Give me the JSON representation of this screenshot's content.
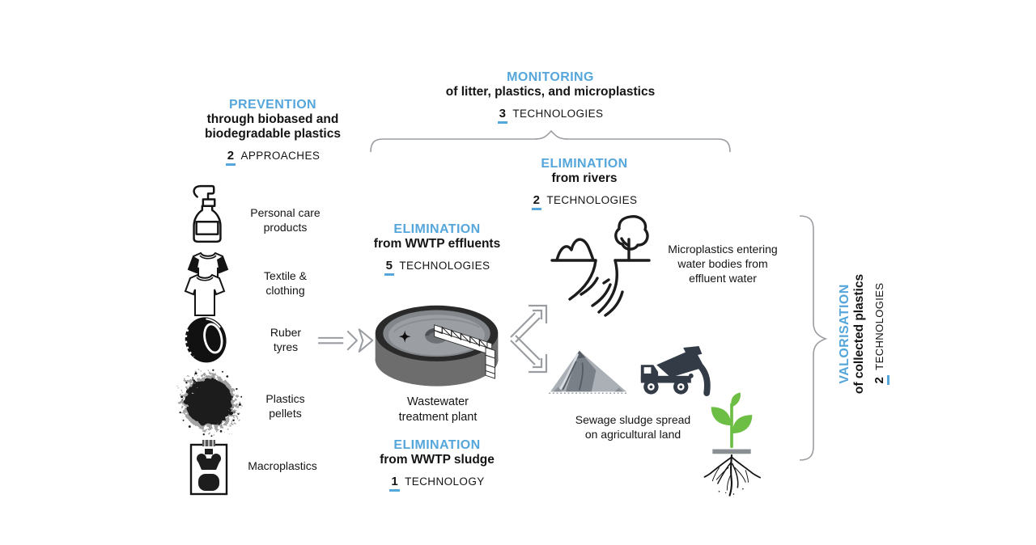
{
  "colors": {
    "accent_blue": "#55a6db",
    "text_black": "#141414",
    "line_gray": "#9a9da1",
    "plant_green": "#6dbe45",
    "truck_slate": "#333b47"
  },
  "sections": {
    "prevention": {
      "title": "PREVENTION",
      "subtitle": "through biobased and\nbiodegradable plastics",
      "count": "2",
      "count_unit": "APPROACHES"
    },
    "monitoring": {
      "title": "MONITORING",
      "subtitle": "of litter, plastics, and microplastics",
      "count": "3",
      "count_unit": "TECHNOLOGIES"
    },
    "elimination_rivers": {
      "title": "ELIMINATION",
      "subtitle": "from rivers",
      "count": "2",
      "count_unit": "TECHNOLOGIES"
    },
    "elimination_effluents": {
      "title": "ELIMINATION",
      "subtitle": "from WWTP effluents",
      "count": "5",
      "count_unit": "TECHNOLOGIES"
    },
    "elimination_sludge": {
      "title": "ELIMINATION",
      "subtitle": "from WWTP sludge",
      "count": "1",
      "count_unit": "TECHNOLOGY"
    },
    "valorisation": {
      "title": "VALORISATION",
      "subtitle": "of collected plastics",
      "count": "2",
      "count_unit": "TECHNOLOGIES"
    }
  },
  "sources": [
    {
      "icon": "pump-bottle-icon",
      "label": "Personal care\nproducts"
    },
    {
      "icon": "tshirts-icon",
      "label": "Textile &\nclothing"
    },
    {
      "icon": "tyre-icon",
      "label": "Ruber\ntyres"
    },
    {
      "icon": "pellets-icon",
      "label": "Plastics\npellets"
    },
    {
      "icon": "crushed-bottle-icon",
      "label": "Macroplastics"
    }
  ],
  "captions": {
    "wwtp": "Wastewater\ntreatment plant",
    "river": "Microplastics entering\nwater bodies from\neffluent water",
    "sludge": "Sewage sludge spread\non agricultural land"
  },
  "icons": {
    "pump-bottle-icon": "personal care pump bottle",
    "tshirts-icon": "two t-shirts",
    "tyre-icon": "rubber tyre",
    "pellets-icon": "pile of plastic pellets",
    "crushed-bottle-icon": "crushed macroplastic bottle",
    "wwtp-tank-icon": "circular clarifier tank with skimmer bridge",
    "river-icon": "river with hills and tree",
    "sludge-pile-icon": "sewage sludge heap",
    "dump-truck-icon": "tipping dump truck",
    "plant-roots-icon": "seedling with roots in soil",
    "flow-arrow-icon": "double-line chevron arrow",
    "split-arrow-icon": "bifurcating double arrows",
    "brace-top-icon": "horizontal curly brace",
    "brace-right-icon": "vertical curly brace"
  }
}
